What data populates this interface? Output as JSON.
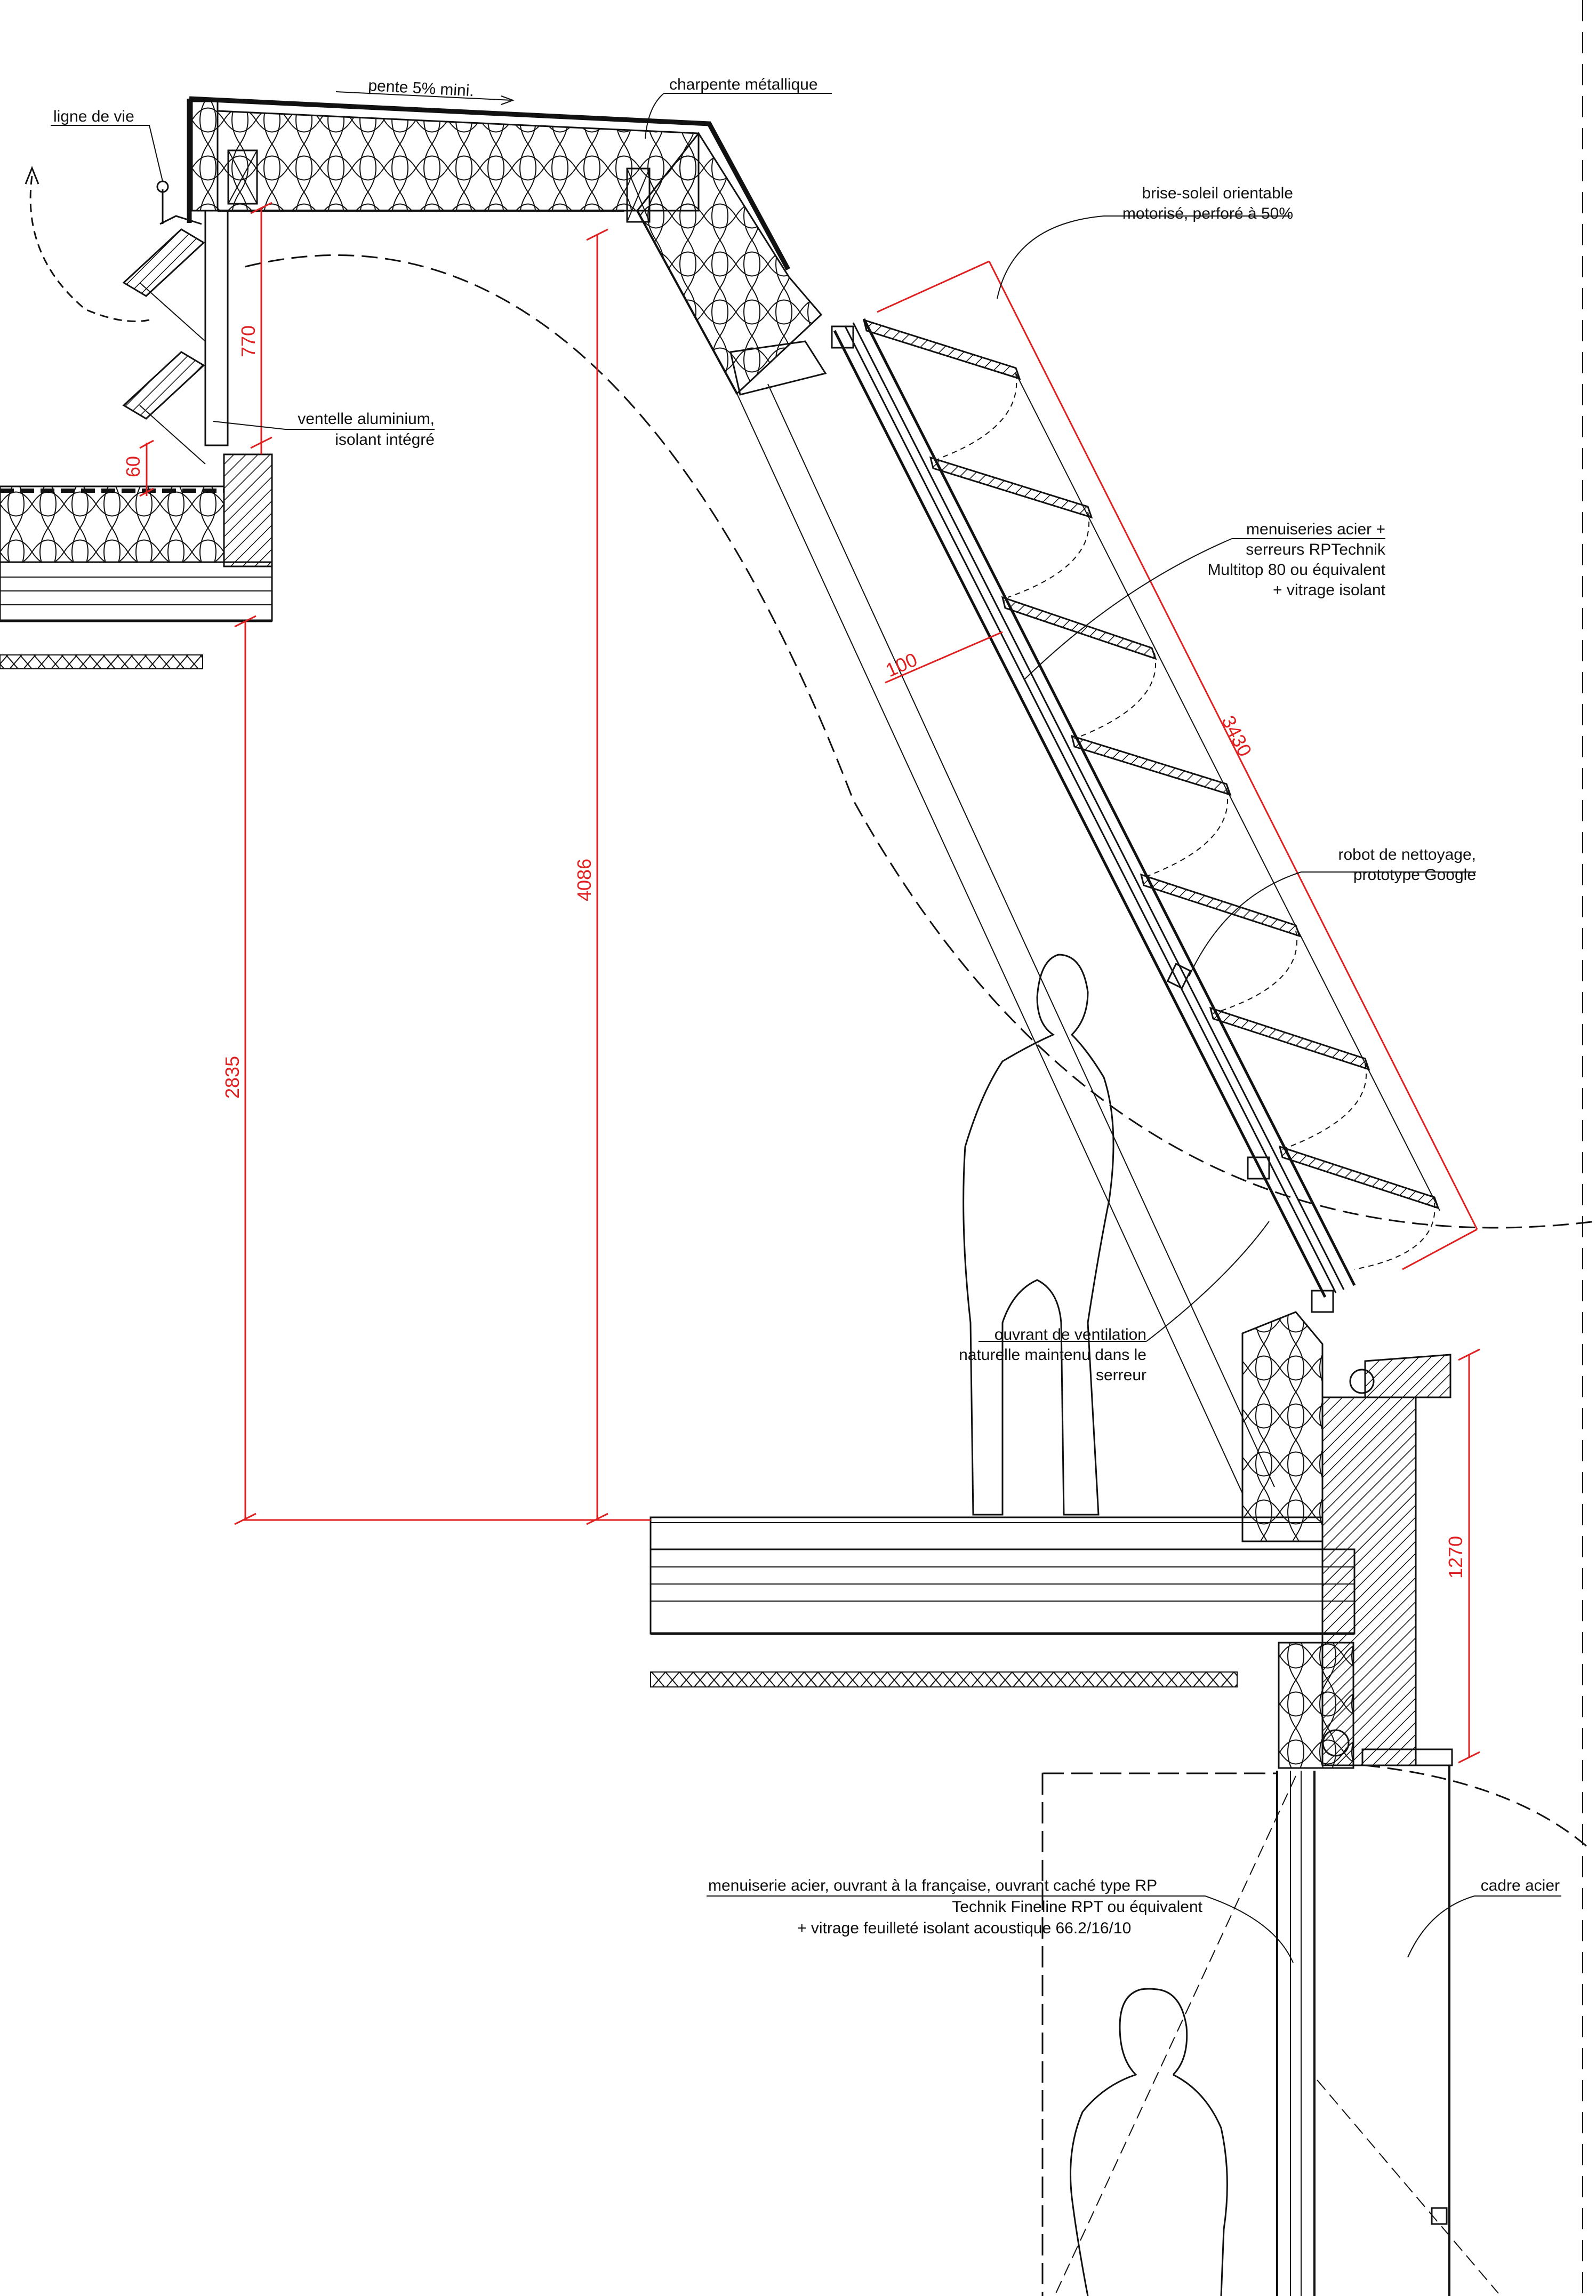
{
  "labels": {
    "ligne_de_vie": "ligne de vie",
    "pente": "pente 5% mini.",
    "charpente": "charpente métallique",
    "brise_soleil_1": "brise-soleil orientable",
    "brise_soleil_2": "motorisé, perforé à 50%",
    "ventelle_1": "ventelle aluminium,",
    "ventelle_2": "isolant intégré",
    "menuiseries_1": "menuiseries acier +",
    "menuiseries_2": "serreurs RPTechnik",
    "menuiseries_3": "Multitop 80 ou équivalent",
    "menuiseries_4": "+      vitrage isolant",
    "robot_1": "robot de nettoyage,",
    "robot_2": "prototype Google",
    "ouvrant_1": "ouvrant de ventilation",
    "ouvrant_2": "naturelle maintenu dans le",
    "ouvrant_3": "serreur",
    "menuiserie_fr_1": "menuiserie acier, ouvrant à la française, ouvrant caché type RP",
    "menuiserie_fr_2": "Technik Fineline RPT ou équivalent",
    "menuiserie_fr_3": "+        vitrage feuilleté isolant acoustique 66.2/16/10",
    "cadre": "cadre acier"
  },
  "dimensions": {
    "d770": "770",
    "d60": "60",
    "d4086": "4086",
    "d2835": "2835",
    "d100": "100",
    "d3430": "3430",
    "d1270": "1270"
  },
  "colors": {
    "ink": "#111111",
    "dimension": "#e02020"
  }
}
